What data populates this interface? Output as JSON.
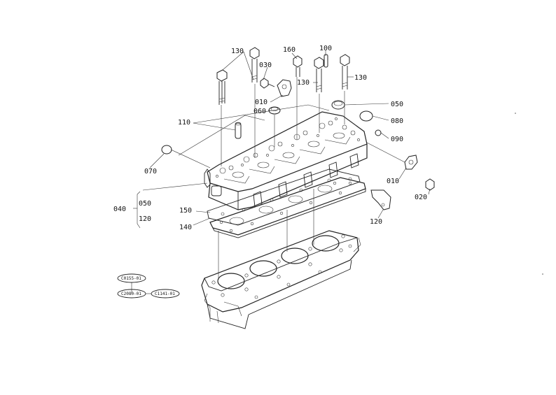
{
  "labels": {
    "l130a": "130",
    "l160": "160",
    "l100": "100",
    "l030": "030",
    "l130b": "130",
    "l130c": "130",
    "l010a": "010",
    "l060": "060",
    "l050a": "050",
    "l110": "110",
    "l080": "080",
    "l090": "090",
    "l070": "070",
    "l010b": "010",
    "l020": "020",
    "l040": "040",
    "l050b": "050",
    "l120a": "120",
    "l150": "150",
    "l140": "140",
    "l120b": "120"
  },
  "refs": {
    "r1": "C0155-01",
    "r2": "C2080-01",
    "r3": "C1141-01"
  }
}
